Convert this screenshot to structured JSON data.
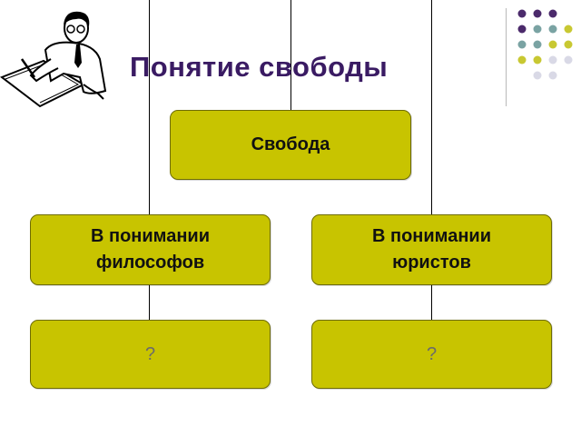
{
  "title": "Понятие свободы",
  "root": {
    "label": "Свобода"
  },
  "branches": [
    {
      "label": "В понимании философов",
      "answer": "?"
    },
    {
      "label": "В понимании юристов",
      "answer": "?"
    }
  ],
  "colors": {
    "title": "#3a1b63",
    "box_fill": "#c8c400",
    "dot_purple": "#4b2a6b",
    "dot_teal": "#7aa3a3",
    "dot_olive": "#c8c832",
    "dot_light": "#d9d9e6"
  },
  "decor": {
    "clipart": "man-writing-clipart",
    "dots": "dot-grid-decoration"
  }
}
